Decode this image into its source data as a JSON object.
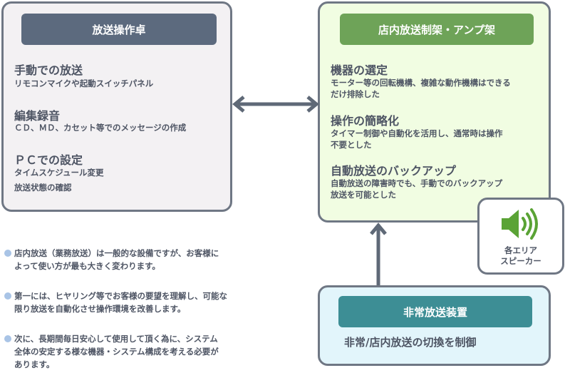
{
  "console": {
    "title": "放送操作卓",
    "sections": [
      {
        "heading": "手動での放送",
        "lines": [
          "リモコンマイクや起動スイッチパネル"
        ]
      },
      {
        "heading": "編集録音",
        "lines": [
          "ＣＤ、ＭＤ、カセット等でのメッセージの作成"
        ]
      },
      {
        "heading": "ＰＣでの設定",
        "lines": [
          "タイムスケジュール変更",
          "放送状態の確認"
        ]
      }
    ]
  },
  "rack": {
    "title": "店内放送制架・アンプ架",
    "sections": [
      {
        "heading": "機器の選定",
        "lines": [
          "モーター等の回転機構、複雑な動作機構はできる",
          "だけ排除した"
        ]
      },
      {
        "heading": "操作の簡略化",
        "lines": [
          "タイマー制御や自動化を活用し、通常時は操作",
          "不要とした"
        ]
      },
      {
        "heading": "自動放送のバックアップ",
        "lines": [
          "自動放送の障害時でも、手動でのバックアップ",
          "放送を可能とした"
        ]
      }
    ]
  },
  "speaker": {
    "label_line1": "各エリア",
    "label_line2": "スピーカー",
    "icon": "speaker-icon",
    "color": "#5aa335"
  },
  "emergency": {
    "title": "非常放送装置",
    "description": "非常/店内放送の切換を制御"
  },
  "notes": [
    {
      "line1": "店内放送（業務放送）は一般的な設備ですが、お客様に",
      "line2": "よって使い方が最も大きく変わります。",
      "line3": ""
    },
    {
      "line1": "第一には、ヒヤリング等でお客様の要望を理解し、可能な",
      "line2": "限り放送を自動化させ操作環境を改善します。",
      "line3": ""
    },
    {
      "line1": "次に、長期間毎日安心して使用して頂く為に、システム",
      "line2": "全体の安定する様な機器・システム構成を考える必要が",
      "line3": "あります。"
    }
  ],
  "colors": {
    "console_header": "#5c6a7e",
    "rack_header": "#6ea358",
    "emergency_header": "#3d8e95",
    "arrow": "#5f6977",
    "border": "#6f7784"
  }
}
